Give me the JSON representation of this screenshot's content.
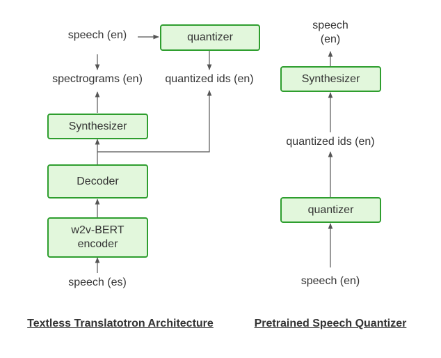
{
  "colors": {
    "box_fill": "#e2f7dc",
    "box_border": "#2e9e2e",
    "line": "#555555",
    "text": "#333333"
  },
  "left": {
    "labels": {
      "speech_en_in": "speech (en)",
      "spectrograms": "spectrograms (en)",
      "quantized_ids": "quantized ids (en)",
      "speech_es": "speech (es)"
    },
    "boxes": {
      "quantizer": "quantizer",
      "synthesizer": "Synthesizer",
      "decoder": "Decoder",
      "encoder": "w2v-BERT\nencoder"
    },
    "caption": "Textless Translatotron Architecture"
  },
  "right": {
    "labels": {
      "speech_en_out": "speech\n(en)",
      "quantized_ids": "quantized ids (en)",
      "speech_en_in": "speech (en)"
    },
    "boxes": {
      "synthesizer": "Synthesizer",
      "quantizer": "quantizer"
    },
    "caption": "Pretrained Speech Quantizer"
  }
}
